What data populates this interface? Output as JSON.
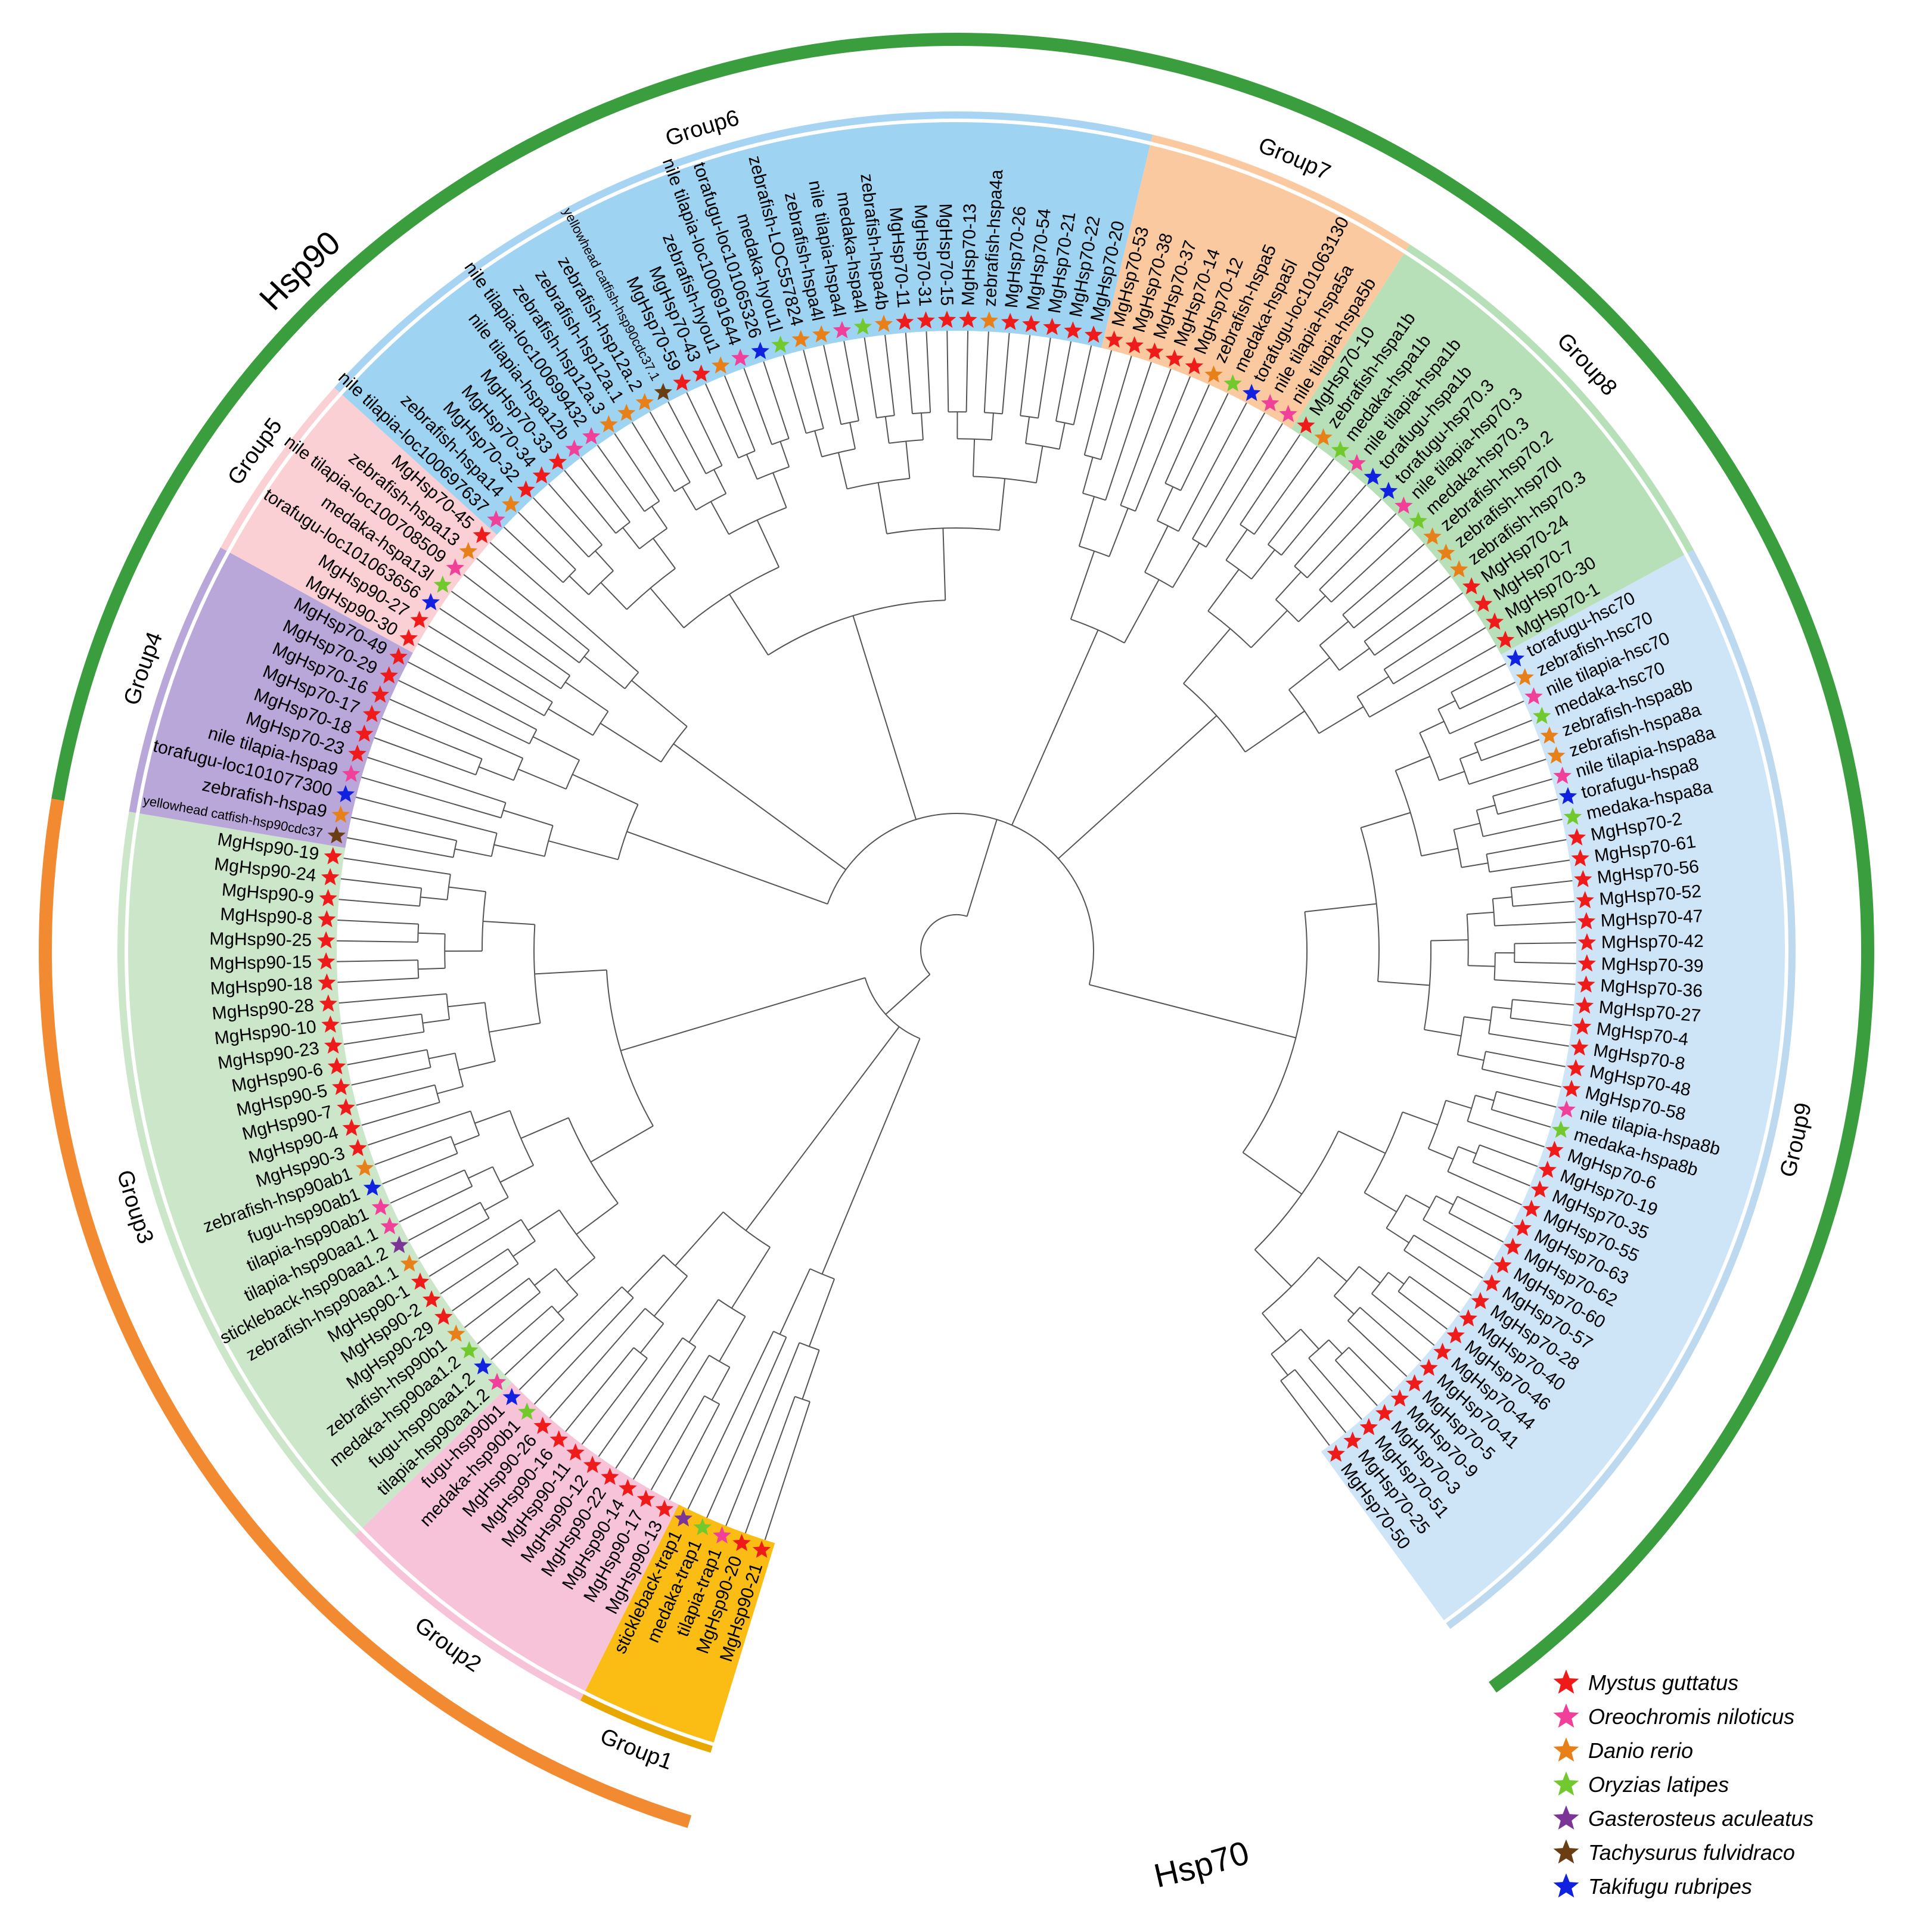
{
  "families": [
    {
      "name": "Hsp90",
      "color": "#f28a32",
      "from": "Group1",
      "to": "Group3"
    },
    {
      "name": "Hsp70",
      "color": "#3a9e3e",
      "from": "Group4",
      "to": "Group9"
    }
  ],
  "groups": [
    {
      "name": "Group1",
      "color": "#fbbd14",
      "ring": "#e9a800"
    },
    {
      "name": "Group2",
      "color": "#f6c3d9",
      "ring": "#f6c3d9"
    },
    {
      "name": "Group3",
      "color": "#cbe6c8",
      "ring": "#cbe6c8"
    },
    {
      "name": "Group4",
      "color": "#b8a7d8",
      "ring": "#b8a7d8"
    },
    {
      "name": "Group5",
      "color": "#fad0d4",
      "ring": "#fad0d4"
    },
    {
      "name": "Group6",
      "color": "#9fd3f2",
      "ring": "#a7d4f2"
    },
    {
      "name": "Group7",
      "color": "#fbc99f",
      "ring": "#fbc99f"
    },
    {
      "name": "Group8",
      "color": "#b8e0b8",
      "ring": "#b8e0b8"
    },
    {
      "name": "Group9",
      "color": "#cde5f6",
      "ring": "#bcd9f0"
    }
  ],
  "species": [
    {
      "key": "mg",
      "name": "Mystus guttatus",
      "color": "#ef1b1b"
    },
    {
      "key": "on",
      "name": "Oreochromis niloticus",
      "color": "#f0409a"
    },
    {
      "key": "dr",
      "name": "Danio rerio",
      "color": "#e8801a"
    },
    {
      "key": "ol",
      "name": "Oryzias latipes",
      "color": "#72c92e"
    },
    {
      "key": "ga",
      "name": "Gasterosteus aculeatus",
      "color": "#7a3597"
    },
    {
      "key": "tf",
      "name": "Tachysurus fulvidraco",
      "color": "#6b3d12"
    },
    {
      "key": "tr",
      "name": "Takifugu rubripes",
      "color": "#1022e0"
    }
  ],
  "leaves": [
    {
      "label": "MgHsp90-21",
      "sp": "mg",
      "group": "Group1"
    },
    {
      "label": "MgHsp90-20",
      "sp": "mg",
      "group": "Group1"
    },
    {
      "label": "tilapia-trap1",
      "sp": "on",
      "group": "Group1"
    },
    {
      "label": "medaka-trap1",
      "sp": "ol",
      "group": "Group1"
    },
    {
      "label": "stickleback-trap1",
      "sp": "ga",
      "group": "Group1"
    },
    {
      "label": "MgHsp90-13",
      "sp": "mg",
      "group": "Group2"
    },
    {
      "label": "MgHsp90-17",
      "sp": "mg",
      "group": "Group2"
    },
    {
      "label": "MgHsp90-14",
      "sp": "mg",
      "group": "Group2"
    },
    {
      "label": "MgHsp90-22",
      "sp": "mg",
      "group": "Group2"
    },
    {
      "label": "MgHsp90-12",
      "sp": "mg",
      "group": "Group2"
    },
    {
      "label": "MgHsp90-11",
      "sp": "mg",
      "group": "Group2"
    },
    {
      "label": "MgHsp90-16",
      "sp": "mg",
      "group": "Group2"
    },
    {
      "label": "MgHsp90-26",
      "sp": "mg",
      "group": "Group2"
    },
    {
      "label": "medaka-hsp90b1",
      "sp": "ol",
      "group": "Group2"
    },
    {
      "label": "fugu-hsp90b1",
      "sp": "tr",
      "group": "Group2"
    },
    {
      "label": "tilapia-hsp90aa1.2",
      "sp": "on",
      "group": "Group3"
    },
    {
      "label": "fugu-hsp90aa1.2",
      "sp": "tr",
      "group": "Group3"
    },
    {
      "label": "medaka-hsp90aa1.2",
      "sp": "ol",
      "group": "Group3"
    },
    {
      "label": "zebrafish-hsp90b1",
      "sp": "dr",
      "group": "Group3"
    },
    {
      "label": "MgHsp90-29",
      "sp": "mg",
      "group": "Group3"
    },
    {
      "label": "MgHsp90-2",
      "sp": "mg",
      "group": "Group3"
    },
    {
      "label": "MgHsp90-1",
      "sp": "mg",
      "group": "Group3"
    },
    {
      "label": "zebrafish-hsp90aa1.1",
      "sp": "dr",
      "group": "Group3"
    },
    {
      "label": "stickleback-hsp90aa1.2",
      "sp": "ga",
      "group": "Group3"
    },
    {
      "label": "tilapia-hsp90aa1.1",
      "sp": "on",
      "group": "Group3"
    },
    {
      "label": "tilapia-hsp90ab1",
      "sp": "on",
      "group": "Group3"
    },
    {
      "label": "fugu-hsp90ab1",
      "sp": "tr",
      "group": "Group3"
    },
    {
      "label": "zebrafish-hsp90ab1",
      "sp": "dr",
      "group": "Group3"
    },
    {
      "label": "MgHsp90-3",
      "sp": "mg",
      "group": "Group3"
    },
    {
      "label": "MgHsp90-4",
      "sp": "mg",
      "group": "Group3"
    },
    {
      "label": "MgHsp90-7",
      "sp": "mg",
      "group": "Group3"
    },
    {
      "label": "MgHsp90-5",
      "sp": "mg",
      "group": "Group3"
    },
    {
      "label": "MgHsp90-6",
      "sp": "mg",
      "group": "Group3"
    },
    {
      "label": "MgHsp90-23",
      "sp": "mg",
      "group": "Group3"
    },
    {
      "label": "MgHsp90-10",
      "sp": "mg",
      "group": "Group3"
    },
    {
      "label": "MgHsp90-28",
      "sp": "mg",
      "group": "Group3"
    },
    {
      "label": "MgHsp90-18",
      "sp": "mg",
      "group": "Group3"
    },
    {
      "label": "MgHsp90-15",
      "sp": "mg",
      "group": "Group3"
    },
    {
      "label": "MgHsp90-25",
      "sp": "mg",
      "group": "Group3"
    },
    {
      "label": "MgHsp90-8",
      "sp": "mg",
      "group": "Group3"
    },
    {
      "label": "MgHsp90-9",
      "sp": "mg",
      "group": "Group3"
    },
    {
      "label": "MgHsp90-24",
      "sp": "mg",
      "group": "Group3"
    },
    {
      "label": "MgHsp90-19",
      "sp": "mg",
      "group": "Group3"
    },
    {
      "label": "yellowhead catfish-hsp90cdc37",
      "sp": "tf",
      "group": "Group4"
    },
    {
      "label": "zebrafish-hspa9",
      "sp": "dr",
      "group": "Group4"
    },
    {
      "label": "torafugu-loc101077300",
      "sp": "tr",
      "group": "Group4"
    },
    {
      "label": "nile tilapia-hspa9",
      "sp": "on",
      "group": "Group4"
    },
    {
      "label": "MgHsp70-23",
      "sp": "mg",
      "group": "Group4"
    },
    {
      "label": "MgHsp70-18",
      "sp": "mg",
      "group": "Group4"
    },
    {
      "label": "MgHsp70-17",
      "sp": "mg",
      "group": "Group4"
    },
    {
      "label": "MgHsp70-16",
      "sp": "mg",
      "group": "Group4"
    },
    {
      "label": "MgHsp70-29",
      "sp": "mg",
      "group": "Group4"
    },
    {
      "label": "MgHsp70-49",
      "sp": "mg",
      "group": "Group4"
    },
    {
      "label": "MgHsp90-30",
      "sp": "mg",
      "group": "Group5"
    },
    {
      "label": "MgHsp90-27",
      "sp": "mg",
      "group": "Group5"
    },
    {
      "label": "torafugu-loc101063656",
      "sp": "tr",
      "group": "Group5"
    },
    {
      "label": "medaka-hspa13l",
      "sp": "ol",
      "group": "Group5"
    },
    {
      "label": "nile tilapia-loc100708509",
      "sp": "on",
      "group": "Group5"
    },
    {
      "label": "zebrafish-hspa13",
      "sp": "dr",
      "group": "Group5"
    },
    {
      "label": "MgHsp70-45",
      "sp": "mg",
      "group": "Group5"
    },
    {
      "label": "nile tilapia-loc100697637",
      "sp": "on",
      "group": "Group6"
    },
    {
      "label": "zebrafish-hspa14",
      "sp": "dr",
      "group": "Group6"
    },
    {
      "label": "MgHsp70-32",
      "sp": "mg",
      "group": "Group6"
    },
    {
      "label": "MgHsp70-34",
      "sp": "mg",
      "group": "Group6"
    },
    {
      "label": "MgHsp70-33",
      "sp": "mg",
      "group": "Group6"
    },
    {
      "label": "nile tilapia-hspa12b",
      "sp": "on",
      "group": "Group6"
    },
    {
      "label": "nile tilapia-loc100699432",
      "sp": "on",
      "group": "Group6"
    },
    {
      "label": "zebrafish-hsp12a.3",
      "sp": "dr",
      "group": "Group6"
    },
    {
      "label": "zebrafish-hsp12a.1",
      "sp": "dr",
      "group": "Group6"
    },
    {
      "label": "zebrafish-hsp12a.2",
      "sp": "dr",
      "group": "Group6"
    },
    {
      "label": "yellowhead catfish-hsp90cdc37.1",
      "sp": "tf",
      "group": "Group6"
    },
    {
      "label": "MgHsp70-59",
      "sp": "mg",
      "group": "Group6"
    },
    {
      "label": "MgHsp70-43",
      "sp": "mg",
      "group": "Group6"
    },
    {
      "label": "zebrafish-hyou1",
      "sp": "dr",
      "group": "Group6"
    },
    {
      "label": "nile tilapia-loc100691644",
      "sp": "on",
      "group": "Group6"
    },
    {
      "label": "torafugu-loc101065326",
      "sp": "tr",
      "group": "Group6"
    },
    {
      "label": "medaka-hyou1l",
      "sp": "ol",
      "group": "Group6"
    },
    {
      "label": "zebrafish-LOC557824",
      "sp": "dr",
      "group": "Group6"
    },
    {
      "label": "zebrafish-hspa4l",
      "sp": "dr",
      "group": "Group6"
    },
    {
      "label": "nile tilapia-hspa4l",
      "sp": "on",
      "group": "Group6"
    },
    {
      "label": "medaka-hspa4l",
      "sp": "ol",
      "group": "Group6"
    },
    {
      "label": "zebrafish-hspa4b",
      "sp": "dr",
      "group": "Group6"
    },
    {
      "label": "MgHsp70-11",
      "sp": "mg",
      "group": "Group6"
    },
    {
      "label": "MgHsp70-31",
      "sp": "mg",
      "group": "Group6"
    },
    {
      "label": "MgHsp70-15",
      "sp": "mg",
      "group": "Group6"
    },
    {
      "label": "MgHsp70-13",
      "sp": "mg",
      "group": "Group6"
    },
    {
      "label": "zebrafish-hspa4a",
      "sp": "dr",
      "group": "Group6"
    },
    {
      "label": "MgHsp70-26",
      "sp": "mg",
      "group": "Group6"
    },
    {
      "label": "MgHsp70-54",
      "sp": "mg",
      "group": "Group6"
    },
    {
      "label": "MgHsp70-21",
      "sp": "mg",
      "group": "Group6"
    },
    {
      "label": "MgHsp70-22",
      "sp": "mg",
      "group": "Group6"
    },
    {
      "label": "MgHsp70-20",
      "sp": "mg",
      "group": "Group6"
    },
    {
      "label": "MgHsp70-53",
      "sp": "mg",
      "group": "Group7"
    },
    {
      "label": "MgHsp70-38",
      "sp": "mg",
      "group": "Group7"
    },
    {
      "label": "MgHsp70-37",
      "sp": "mg",
      "group": "Group7"
    },
    {
      "label": "MgHsp70-14",
      "sp": "mg",
      "group": "Group7"
    },
    {
      "label": "MgHsp70-12",
      "sp": "mg",
      "group": "Group7"
    },
    {
      "label": "zebrafish-hspa5",
      "sp": "dr",
      "group": "Group7"
    },
    {
      "label": "medaka-hspa5l",
      "sp": "ol",
      "group": "Group7"
    },
    {
      "label": "torafugu-loc101063130",
      "sp": "tr",
      "group": "Group7"
    },
    {
      "label": "nile tilapia-hspa5a",
      "sp": "on",
      "group": "Group7"
    },
    {
      "label": "nile tilapia-hspa5b",
      "sp": "on",
      "group": "Group7"
    },
    {
      "label": "MgHsp70-10",
      "sp": "mg",
      "group": "Group8"
    },
    {
      "label": "zebrafish-hspa1b",
      "sp": "dr",
      "group": "Group8"
    },
    {
      "label": "medaka-hspa1b",
      "sp": "ol",
      "group": "Group8"
    },
    {
      "label": "nile tilapia-hspa1b",
      "sp": "on",
      "group": "Group8"
    },
    {
      "label": "torafugu-hspa1b",
      "sp": "tr",
      "group": "Group8"
    },
    {
      "label": "torafugu-hsp70.3",
      "sp": "tr",
      "group": "Group8"
    },
    {
      "label": "nile tilapia-hsp70.3",
      "sp": "on",
      "group": "Group8"
    },
    {
      "label": "medaka-hsp70.3",
      "sp": "ol",
      "group": "Group8"
    },
    {
      "label": "zebrafish-hsp70.2",
      "sp": "dr",
      "group": "Group8"
    },
    {
      "label": "zebrafish-hsp70l",
      "sp": "dr",
      "group": "Group8"
    },
    {
      "label": "zebrafish-hsp70.3",
      "sp": "dr",
      "group": "Group8"
    },
    {
      "label": "MgHsp70-24",
      "sp": "mg",
      "group": "Group8"
    },
    {
      "label": "MgHsp70-7",
      "sp": "mg",
      "group": "Group8"
    },
    {
      "label": "MgHsp70-30",
      "sp": "mg",
      "group": "Group8"
    },
    {
      "label": "MgHsp70-1",
      "sp": "mg",
      "group": "Group8"
    },
    {
      "label": "torafugu-hsc70",
      "sp": "tr",
      "group": "Group9"
    },
    {
      "label": "zebrafish-hsc70",
      "sp": "dr",
      "group": "Group9"
    },
    {
      "label": "nile tilapia-hsc70",
      "sp": "on",
      "group": "Group9"
    },
    {
      "label": "medaka-hsc70",
      "sp": "ol",
      "group": "Group9"
    },
    {
      "label": "zebrafish-hspa8b",
      "sp": "dr",
      "group": "Group9"
    },
    {
      "label": "zebrafish-hspa8a",
      "sp": "dr",
      "group": "Group9"
    },
    {
      "label": "nile tilapia-hspa8a",
      "sp": "on",
      "group": "Group9"
    },
    {
      "label": "torafugu-hspa8",
      "sp": "tr",
      "group": "Group9"
    },
    {
      "label": "medaka-hspa8a",
      "sp": "ol",
      "group": "Group9"
    },
    {
      "label": "MgHsp70-2",
      "sp": "mg",
      "group": "Group9"
    },
    {
      "label": "MgHsp70-61",
      "sp": "mg",
      "group": "Group9"
    },
    {
      "label": "MgHsp70-56",
      "sp": "mg",
      "group": "Group9"
    },
    {
      "label": "MgHsp70-52",
      "sp": "mg",
      "group": "Group9"
    },
    {
      "label": "MgHsp70-47",
      "sp": "mg",
      "group": "Group9"
    },
    {
      "label": "MgHsp70-42",
      "sp": "mg",
      "group": "Group9"
    },
    {
      "label": "MgHsp70-39",
      "sp": "mg",
      "group": "Group9"
    },
    {
      "label": "MgHsp70-36",
      "sp": "mg",
      "group": "Group9"
    },
    {
      "label": "MgHsp70-27",
      "sp": "mg",
      "group": "Group9"
    },
    {
      "label": "MgHsp70-4",
      "sp": "mg",
      "group": "Group9"
    },
    {
      "label": "MgHsp70-8",
      "sp": "mg",
      "group": "Group9"
    },
    {
      "label": "MgHsp70-48",
      "sp": "mg",
      "group": "Group9"
    },
    {
      "label": "MgHsp70-58",
      "sp": "mg",
      "group": "Group9"
    },
    {
      "label": "nile tilapia-hspa8b",
      "sp": "on",
      "group": "Group9"
    },
    {
      "label": "medaka-hspa8b",
      "sp": "ol",
      "group": "Group9"
    },
    {
      "label": "MgHsp70-6",
      "sp": "mg",
      "group": "Group9"
    },
    {
      "label": "MgHsp70-19",
      "sp": "mg",
      "group": "Group9"
    },
    {
      "label": "MgHsp70-35",
      "sp": "mg",
      "group": "Group9"
    },
    {
      "label": "MgHsp70-55",
      "sp": "mg",
      "group": "Group9"
    },
    {
      "label": "MgHsp70-63",
      "sp": "mg",
      "group": "Group9"
    },
    {
      "label": "MgHsp70-62",
      "sp": "mg",
      "group": "Group9"
    },
    {
      "label": "MgHsp70-60",
      "sp": "mg",
      "group": "Group9"
    },
    {
      "label": "MgHsp70-57",
      "sp": "mg",
      "group": "Group9"
    },
    {
      "label": "MgHsp70-28",
      "sp": "mg",
      "group": "Group9"
    },
    {
      "label": "MgHsp70-40",
      "sp": "mg",
      "group": "Group9"
    },
    {
      "label": "MgHsp70-46",
      "sp": "mg",
      "group": "Group9"
    },
    {
      "label": "MgHsp70-44",
      "sp": "mg",
      "group": "Group9"
    },
    {
      "label": "MgHsp70-41",
      "sp": "mg",
      "group": "Group9"
    },
    {
      "label": "MgHsp70-5",
      "sp": "mg",
      "group": "Group9"
    },
    {
      "label": "MgHsp70-9",
      "sp": "mg",
      "group": "Group9"
    },
    {
      "label": "MgHsp70-3",
      "sp": "mg",
      "group": "Group9"
    },
    {
      "label": "MgHsp70-51",
      "sp": "mg",
      "group": "Group9"
    },
    {
      "label": "MgHsp70-25",
      "sp": "mg",
      "group": "Group9"
    },
    {
      "label": "MgHsp70-50",
      "sp": "mg",
      "group": "Group9"
    }
  ]
}
